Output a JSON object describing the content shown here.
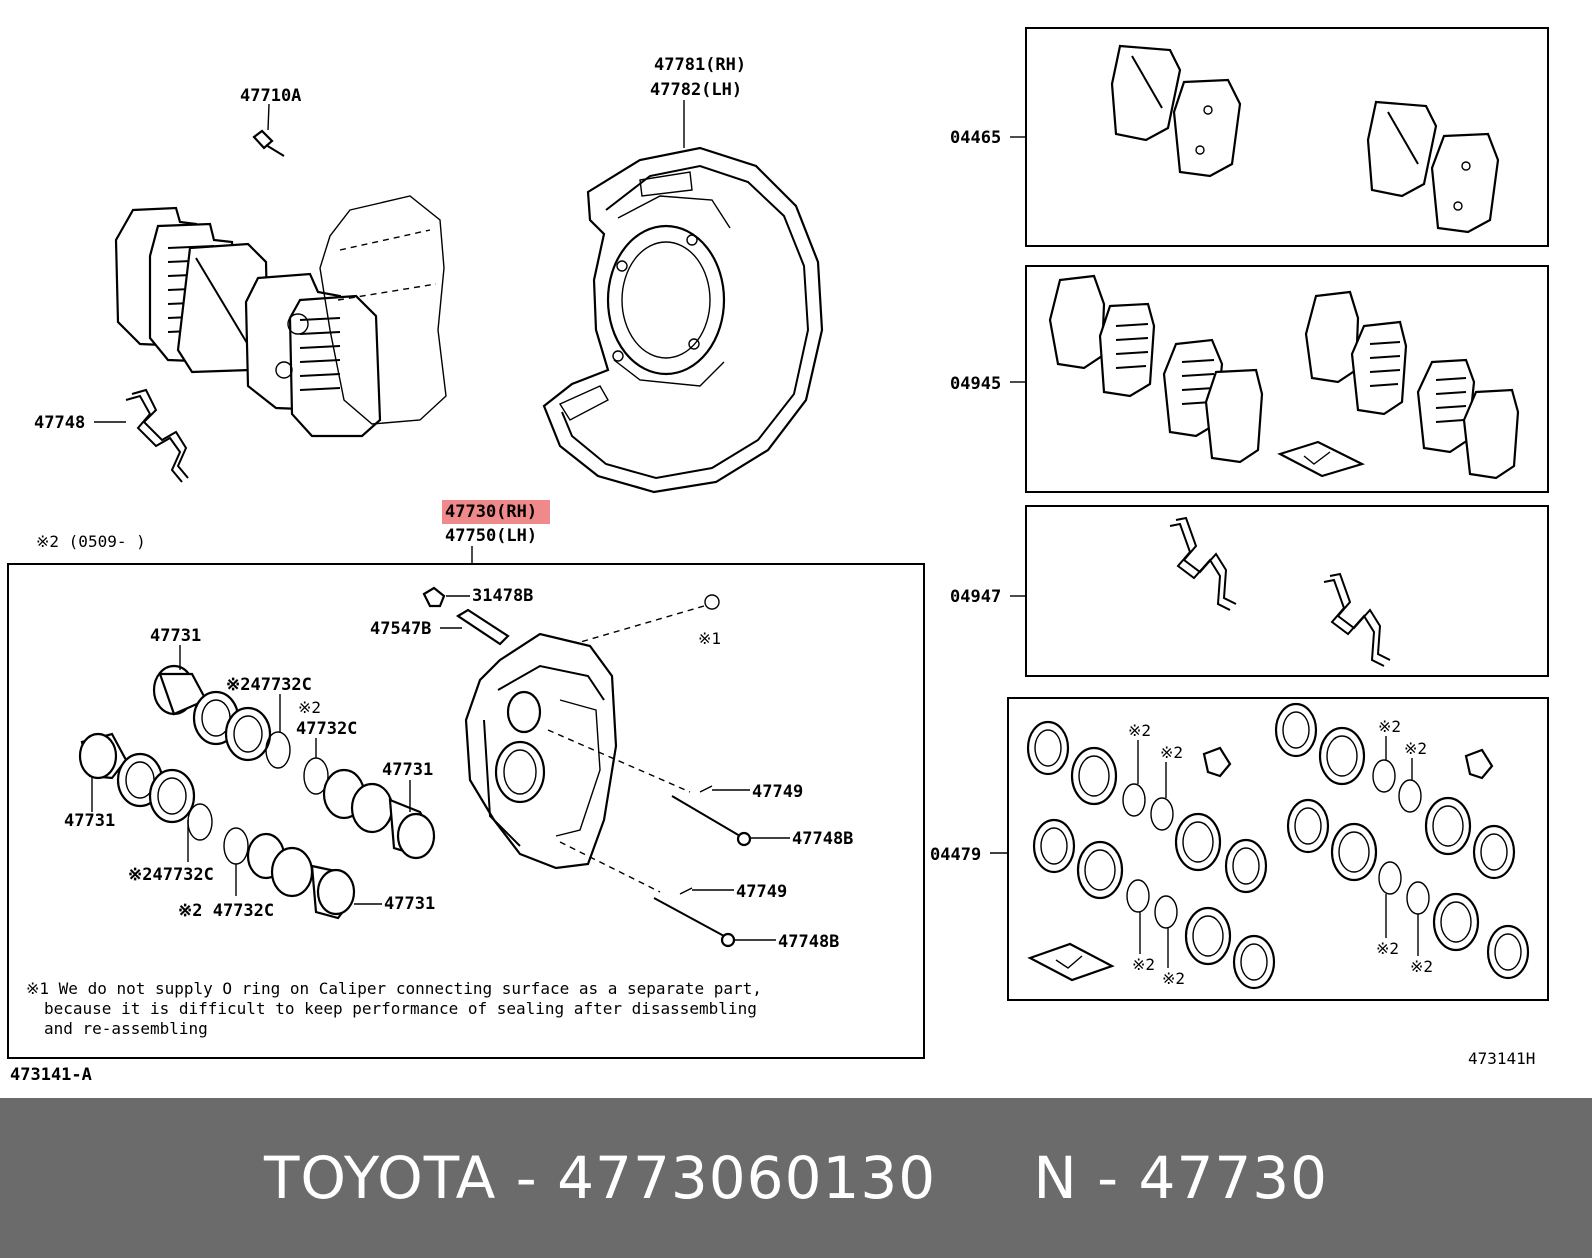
{
  "labels": {
    "p47710A": "47710A",
    "p47781": "47781(RH)",
    "p47782": "47782(LH)",
    "p47748": "47748",
    "p47730": "47730(RH)",
    "p47750": "47750(LH)",
    "note2": "※2 (0509-     )",
    "p31478B": "31478B",
    "p47547B": "47547B",
    "mark1": "※1",
    "p47731a": "47731",
    "p47732Ca": "※247732C",
    "mark2a": "※2",
    "p47732Cb": "47732C",
    "p47731b": "47731",
    "p47731c": "47731",
    "p47731d": "47731",
    "p47732Cc": "※247732C",
    "p47732Cd": "※2 47732C",
    "p47749a": "47749",
    "p47748Ba": "47748B",
    "p47749b": "47749",
    "p47748Bb": "47748B",
    "p04465": "04465",
    "p04945": "04945",
    "p04947": "04947",
    "p04479": "04479",
    "k1": "※2",
    "k2": "※2",
    "k3": "※2",
    "k4": "※2",
    "k5": "※2",
    "k6": "※2",
    "k7": "※2",
    "k8": "※2",
    "ref_left": "473141-A",
    "ref_right": "473141H"
  },
  "footnote": {
    "line1": "※1 We do not supply O ring on Caliper connecting surface as a separate part,",
    "line2": "because it is difficult to keep performance of sealing after disassembling",
    "line3": "and re-assembling"
  },
  "footer": {
    "caption": "TOYOTA - 4773060130     N - 47730"
  },
  "colors": {
    "highlight": "#f08a8a",
    "footer_bg": "#6b6b6b",
    "footer_text": "#ffffff"
  }
}
